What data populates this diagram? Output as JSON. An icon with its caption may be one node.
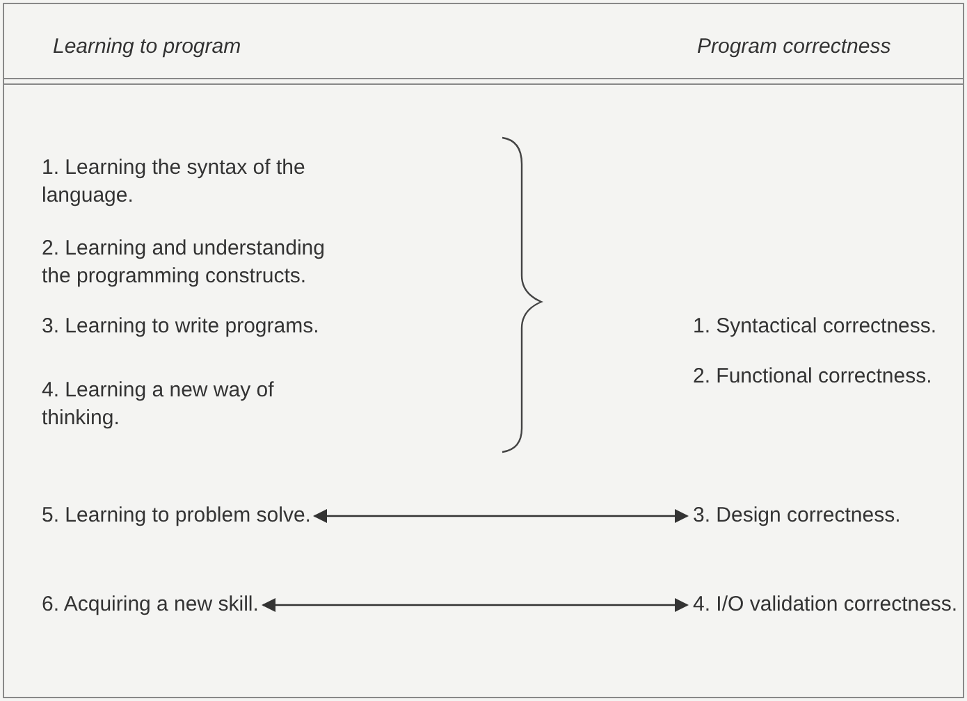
{
  "diagram": {
    "nodes": [
      {
        "text": [
          "1. Learning the syntax of the language."
        ]
      },
      {
        "text": [
          "2. Learning and understanding the programming constructs."
        ]
      },
      {
        "text": [
          "3. Learning to write programs."
        ]
      },
      {
        "text": [
          "4. Learning a new way of thinking."
        ]
      },
      {
        "text": [
          "5. Learning to problem solve."
        ]
      },
      {
        "text": [
          "6. Acquiring a new skill."
        ]
      },
      {
        "text": [
          "1. Syntactical correctness."
        ]
      },
      {
        "text": [
          "2. Functional correctness."
        ]
      },
      {
        "text": [
          "3. Design correctness."
        ]
      },
      {
        "text": [
          "4. I/O validation correctness."
        ]
      }
    ],
    "edges": [
      {
        "from": 4,
        "to": 8,
        "arrow": "both"
      },
      {
        "from": 5,
        "to": 9,
        "arrow": "both"
      }
    ],
    "labels": [
      "Learning to program",
      "Program correctness"
    ]
  }
}
